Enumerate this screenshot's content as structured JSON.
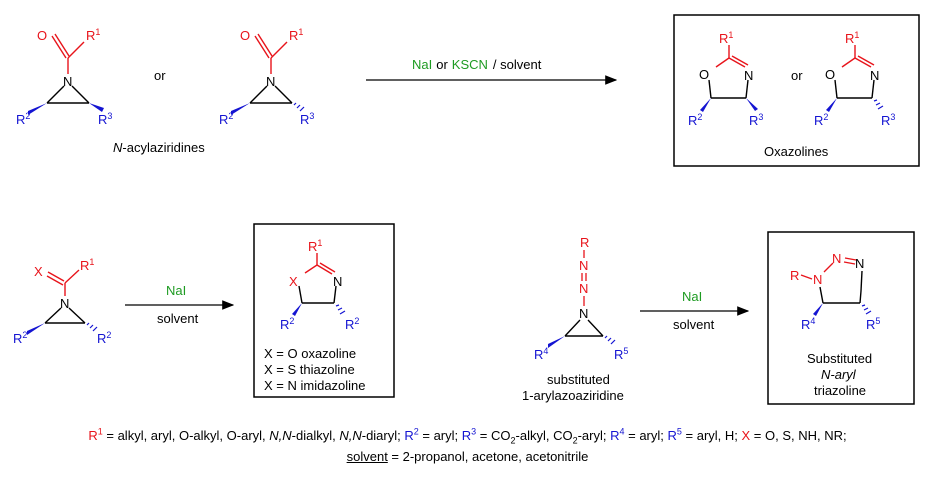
{
  "reaction1": {
    "reagent_nai": "NaI",
    "reagent_or": "or",
    "reagent_kscn": "KSCN",
    "reagent_solvent": "/ solvent",
    "left_or": "or",
    "left_caption_italic": "N",
    "left_caption_rest": "-acylaziridines",
    "right_or": "or",
    "right_caption": "Oxazolines"
  },
  "reaction2": {
    "reagent_top": "NaI",
    "reagent_bottom": "solvent",
    "legend": [
      "X = O  oxazoline",
      "X = S  thiazoline",
      "X = N  imidazoline"
    ]
  },
  "reaction3": {
    "reagent_top": "NaI",
    "reagent_bottom": "solvent",
    "left_caption": [
      "substituted",
      "1-arylazoaziridine"
    ],
    "right_caption": [
      "Substituted",
      "N-aryl",
      "triazoline"
    ]
  },
  "atoms": {
    "O": "O",
    "N": "N",
    "X": "X",
    "R": "R",
    "S": "S",
    "R1": "1",
    "R2": "2",
    "R3": "3",
    "R4": "4",
    "R5": "5"
  },
  "footer": {
    "line1_r1": "R",
    "line1_r1_sup": "1",
    "line1_r1_def": " = alkyl, aryl, O-alkyl, O-aryl, ",
    "line1_nn1": "N,N",
    "line1_dialkyl": "-dialkyl, ",
    "line1_nn2": "N,N",
    "line1_diaryl": "-diaryl; ",
    "line1_r2": "R",
    "line1_r2_sup": "2",
    "line1_r2_def": " = aryl; ",
    "line1_r3": "R",
    "line1_r3_sup": "3",
    "line1_r3_def_a": " = CO",
    "line1_r3_sub_a": "2",
    "line1_r3_def_b": "-alkyl, CO",
    "line1_r3_sub_b": "2",
    "line1_r3_def_c": "-aryl; ",
    "line1_r4": "R",
    "line1_r4_sup": "4",
    "line1_r4_def": " = aryl; ",
    "line1_r5": "R",
    "line1_r5_sup": "5",
    "line1_r5_def": " = aryl, H; ",
    "line1_x": "X",
    "line1_x_def": " = O, S, NH, NR;",
    "line2_solvent": "solvent",
    "line2_def": " = 2-propanol, acetone, acetonitrile"
  }
}
